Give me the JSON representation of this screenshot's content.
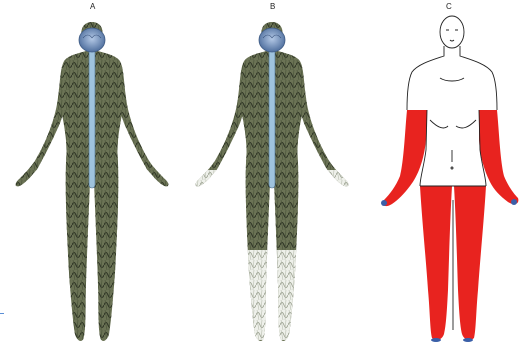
{
  "panels": [
    {
      "label": "A"
    },
    {
      "label": "B"
    },
    {
      "label": "C"
    }
  ],
  "colors": {
    "brain": "#7f9fc8",
    "spinal_cord": "#9fc3dd",
    "nerve_dark": "#2f3526",
    "nerve_mid": "#5c6648",
    "nerve_light": "#c9cdc1",
    "skin_line": "#8a8a8a",
    "highlight_red": "#e8231f",
    "outline": "#222222"
  }
}
